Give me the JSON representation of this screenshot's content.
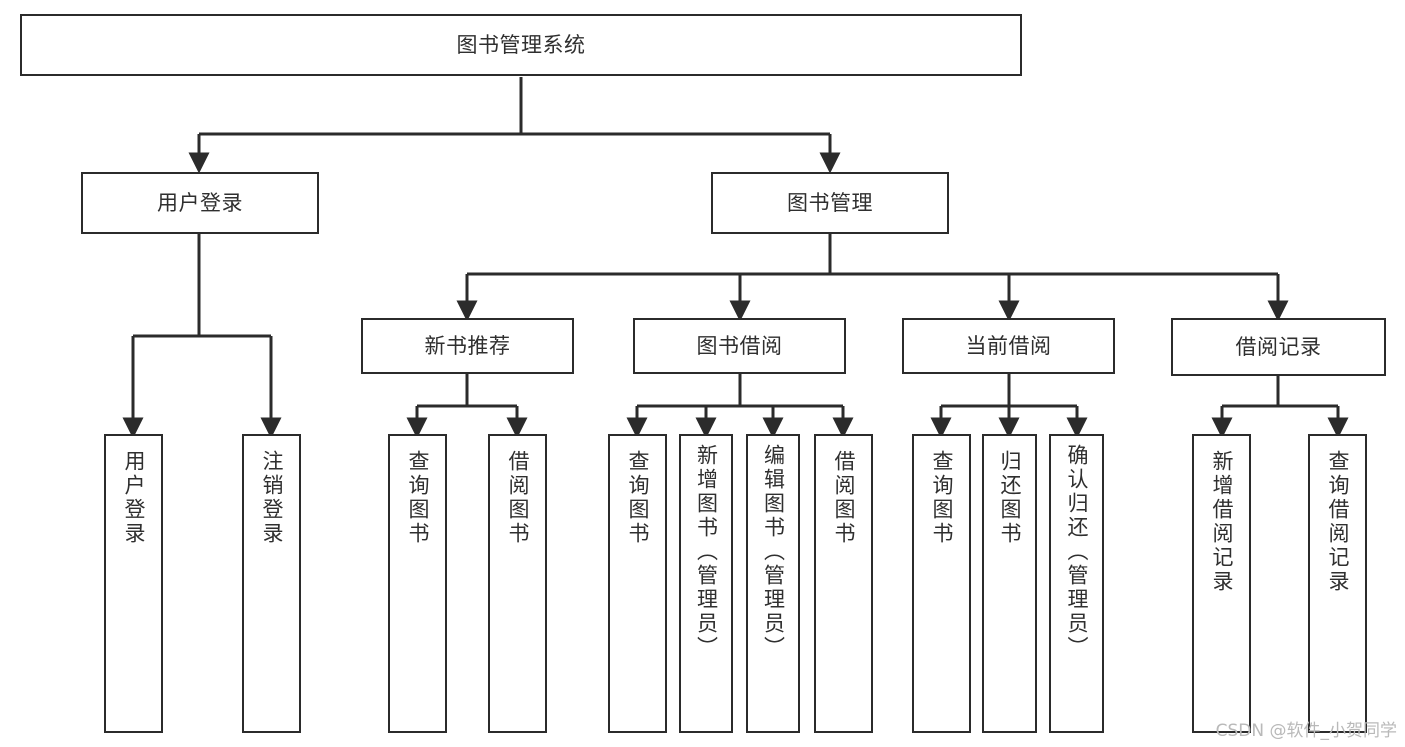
{
  "diagram": {
    "title": "图书管理系统",
    "watermark": "CSDN @软件_小贺同学",
    "colors": {
      "background": "#ffffff",
      "box_border": "#2b2b2b",
      "text": "#2f2f2f",
      "connector": "#2b2b2b",
      "watermark": "#b9b9b9"
    },
    "root": {
      "label": "图书管理系统"
    },
    "level2": [
      {
        "label": "用户登录"
      },
      {
        "label": "图书管理"
      }
    ],
    "level3": [
      {
        "label": "新书推荐"
      },
      {
        "label": "图书借阅"
      },
      {
        "label": "当前借阅"
      },
      {
        "label": "借阅记录"
      }
    ],
    "leaves": {
      "user_login": [
        {
          "label": "用户登录"
        },
        {
          "label": "注销登录"
        }
      ],
      "new_book": [
        {
          "label": "查询图书"
        },
        {
          "label": "借阅图书"
        }
      ],
      "borrow_book": [
        {
          "label": "查询图书"
        },
        {
          "label": "新增图书（管理员）"
        },
        {
          "label": "编辑图书（管理员）"
        },
        {
          "label": "借阅图书"
        }
      ],
      "current_borrow": [
        {
          "label": "查询图书"
        },
        {
          "label": "归还图书"
        },
        {
          "label": "确认归还（管理员）"
        }
      ],
      "borrow_record": [
        {
          "label": "新增借阅记录"
        },
        {
          "label": "查询借阅记录"
        }
      ]
    }
  }
}
